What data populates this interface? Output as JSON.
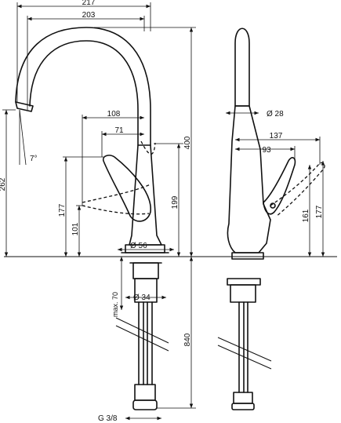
{
  "front": {
    "w217": "217",
    "w203": "203",
    "w108": "108",
    "w71": "71",
    "h262": "262",
    "angle": "7°",
    "h177": "177",
    "h101": "101",
    "h199": "199",
    "h400": "400",
    "d56": "Ø 56",
    "maxlabel": "max. 70",
    "d34": "Ø 34",
    "h840": "840",
    "thread": "G 3/8"
  },
  "side": {
    "d28": "Ø 28",
    "w137": "137",
    "w93": "93",
    "h161": "161",
    "h177": "177"
  }
}
